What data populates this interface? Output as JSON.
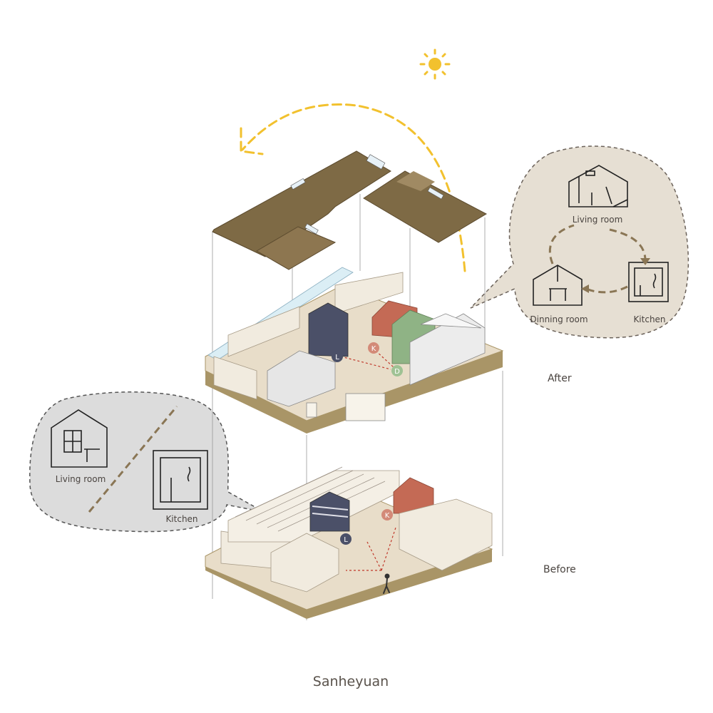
{
  "diagram": {
    "title": "Sanheyuan",
    "states": {
      "after": "After",
      "before": "Before"
    },
    "after_bubble": {
      "rooms": {
        "living": "Living room",
        "dining": "Dinning room",
        "kitchen": "Kitchen"
      }
    },
    "before_bubble": {
      "rooms": {
        "living": "Living room",
        "kitchen": "Kitchen"
      }
    },
    "badges": {
      "after": {
        "living": "L",
        "kitchen": "K",
        "dining": "D"
      },
      "before": {
        "living": "L",
        "kitchen": "K"
      }
    },
    "colors": {
      "sun": "#f2c12e",
      "sun_path": "#f2c12e",
      "roof": "#7e6a45",
      "floor": "#e8ddc9",
      "floor_edge": "#a99567",
      "wall": "#f1ebdf",
      "living": "#4b5068",
      "kitchen": "#c46a55",
      "dining": "#8fb385",
      "bubble_after": "#e6dfd3",
      "bubble_before": "#dcdcdc",
      "path_dash": "#c0392b"
    },
    "icons": [
      "sun-icon",
      "sun-path-arrow",
      "person-icon"
    ]
  }
}
